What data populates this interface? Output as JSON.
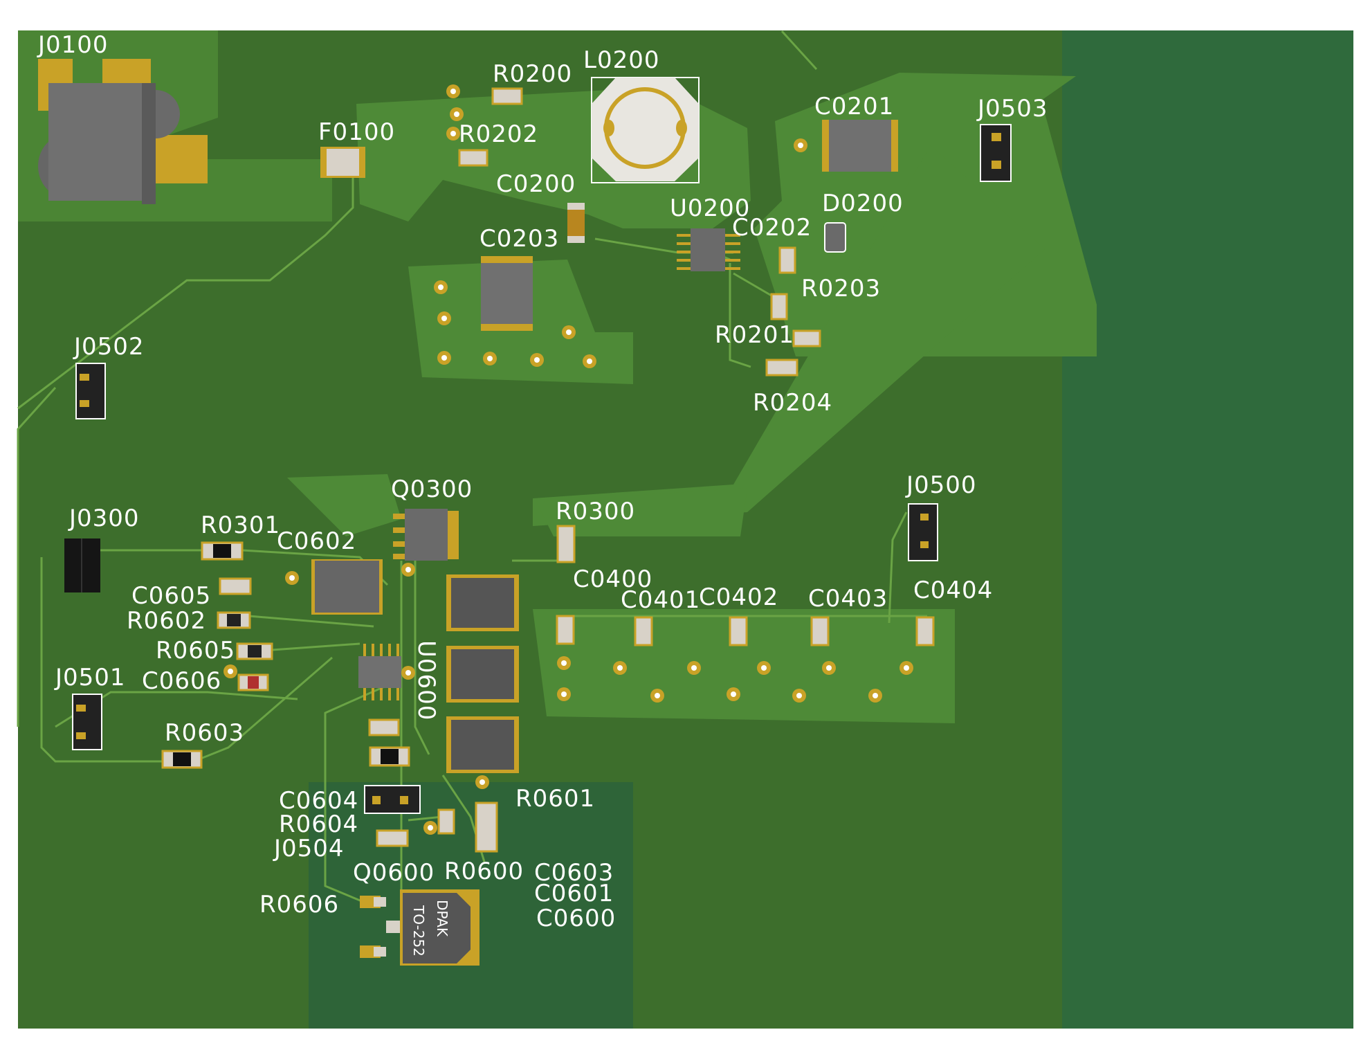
{
  "board": {
    "colors": {
      "substrate": "#3d6e2c",
      "copper_pour": "#4e8a37",
      "right_pour": "#2f6a3c",
      "trace": "#72b04a",
      "pad_gold": "#c9a227",
      "body_gray": "#5f5f5f",
      "label": "#ffffff"
    },
    "designators": [
      "J0100",
      "F0100",
      "R0200",
      "R0202",
      "L0200",
      "C0200",
      "C0201",
      "J0503",
      "U0200",
      "C0202",
      "D0200",
      "C0203",
      "R0203",
      "R0201",
      "R0204",
      "J0502",
      "Q0300",
      "R0300",
      "J0500",
      "J0300",
      "R0301",
      "C0602",
      "C0605",
      "R0602",
      "C0400",
      "C0401",
      "C0402",
      "C0403",
      "C0404",
      "R0605",
      "J0501",
      "C0606",
      "U0600",
      "R0603",
      "C0604",
      "R0604",
      "J0504",
      "R0601",
      "Q0600",
      "R0600",
      "C0603",
      "C0601",
      "C0600",
      "R0606"
    ],
    "package_marking": [
      "DPAK",
      "TO-252"
    ]
  }
}
